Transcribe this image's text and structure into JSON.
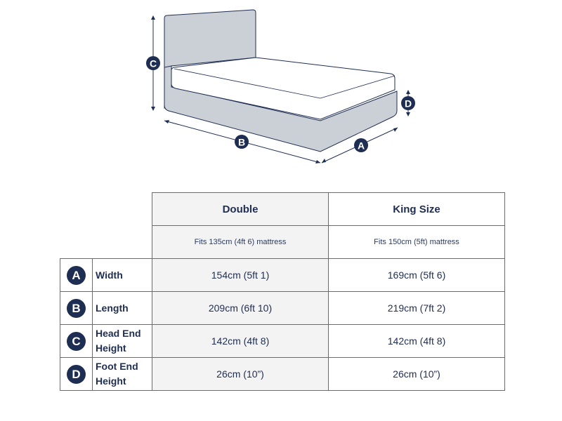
{
  "diagram": {
    "markers": [
      {
        "letter": "A",
        "meaning": "Width"
      },
      {
        "letter": "B",
        "meaning": "Length"
      },
      {
        "letter": "C",
        "meaning": "Head End Height"
      },
      {
        "letter": "D",
        "meaning": "Foot End Height"
      }
    ],
    "colors": {
      "frame": "#cbd0d6",
      "outline": "#1e2d52",
      "mattress": "#ffffff",
      "badge": "#1e2d52"
    }
  },
  "table": {
    "columns": [
      {
        "title": "Double",
        "subtitle": "Fits 135cm (4ft 6) mattress"
      },
      {
        "title": "King Size",
        "subtitle": "Fits 150cm (5ft) mattress"
      }
    ],
    "rows": [
      {
        "badge": "A",
        "label": "Width",
        "values": [
          "154cm (5ft 1)",
          "169cm (5ft 6)"
        ]
      },
      {
        "badge": "B",
        "label": "Length",
        "values": [
          "209cm (6ft 10)",
          "219cm (7ft 2)"
        ]
      },
      {
        "badge": "C",
        "label": "Head End Height",
        "values": [
          "142cm (4ft 8)",
          "142cm (4ft 8)"
        ]
      },
      {
        "badge": "D",
        "label": "Foot End Height",
        "values": [
          "26cm (10”)",
          "26cm (10”)"
        ]
      }
    ]
  }
}
